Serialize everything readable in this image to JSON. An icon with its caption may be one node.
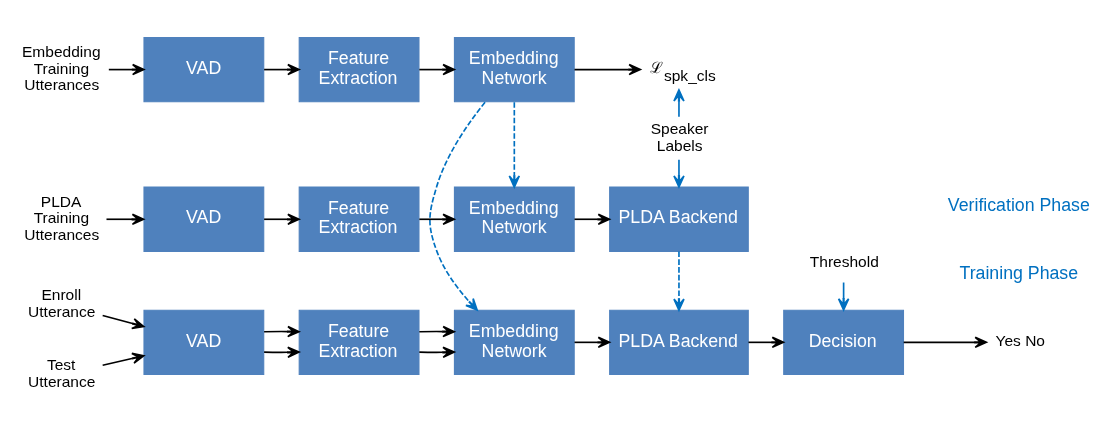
{
  "diagram": {
    "nodes": [
      {
        "text": [
          "Embedding Training Utterances"
        ]
      },
      {
        "text": [
          "VAD"
        ]
      },
      {
        "text": [
          "Feature Extraction"
        ]
      },
      {
        "text": [
          "Embedding Network"
        ]
      },
      {
        "text": [
          "ℒ$_{spk_cls}$"
        ]
      },
      {
        "text": [
          "Speaker Labels"
        ]
      },
      {
        "text": [
          "PLDA Training Utterances"
        ]
      },
      {
        "text": [
          "VAD"
        ]
      },
      {
        "text": [
          "Feature Extraction"
        ]
      },
      {
        "text": [
          "Embedding Network"
        ]
      },
      {
        "text": [
          "PLDA Backend"
        ]
      },
      {
        "text": [
          "Enroll Utterance"
        ]
      },
      {
        "text": [
          "Test Utterance"
        ]
      },
      {
        "text": [
          "VAD"
        ]
      },
      {
        "text": [
          "Feature Extraction"
        ]
      },
      {
        "text": [
          "Embedding Network"
        ]
      },
      {
        "text": [
          "PLDA Backend"
        ]
      },
      {
        "text": [
          "Threshold"
        ]
      },
      {
        "text": [
          "Decision"
        ]
      },
      {
        "text": [
          "Yes No"
        ]
      }
    ],
    "edges": [
      {
        "from": 0,
        "to": 1,
        "arrow": "to"
      },
      {
        "from": 1,
        "to": 2,
        "arrow": "to"
      },
      {
        "from": 2,
        "to": 3,
        "arrow": "to"
      },
      {
        "from": 3,
        "to": 4,
        "arrow": "to"
      },
      {
        "from": 5,
        "to": 4,
        "arrow": "to",
        "color": "#0070c0"
      },
      {
        "from": 5,
        "to": 10,
        "arrow": "to",
        "color": "#0070c0"
      },
      {
        "from": 3,
        "to": 9,
        "arrow": "to",
        "style": "dashed",
        "color": "#0070c0"
      },
      {
        "from": 3,
        "to": 15,
        "arrow": "to",
        "style": "dashed",
        "color": "#0070c0"
      },
      {
        "from": 6,
        "to": 7,
        "arrow": "to"
      },
      {
        "from": 7,
        "to": 8,
        "arrow": "to"
      },
      {
        "from": 8,
        "to": 9,
        "arrow": "to"
      },
      {
        "from": 9,
        "to": 10,
        "arrow": "to"
      },
      {
        "from": 10,
        "to": 16,
        "arrow": "to",
        "style": "dashed",
        "color": "#0070c0"
      },
      {
        "from": 11,
        "to": 13,
        "arrow": "to"
      },
      {
        "from": 12,
        "to": 13,
        "arrow": "to"
      },
      {
        "from": 13,
        "to": 14,
        "arrow": "to"
      },
      {
        "from": 13,
        "to": 14,
        "arrow": "to"
      },
      {
        "from": 14,
        "to": 15,
        "arrow": "to"
      },
      {
        "from": 14,
        "to": 15,
        "arrow": "to"
      },
      {
        "from": 15,
        "to": 16,
        "arrow": "to"
      },
      {
        "from": 16,
        "to": 18,
        "arrow": "to"
      },
      {
        "from": 17,
        "to": 18,
        "arrow": "to",
        "color": "#0070c0"
      },
      {
        "from": 18,
        "to": 19,
        "arrow": "to"
      }
    ],
    "labels": [
      "Training Phase",
      "Verification Phase"
    ]
  }
}
